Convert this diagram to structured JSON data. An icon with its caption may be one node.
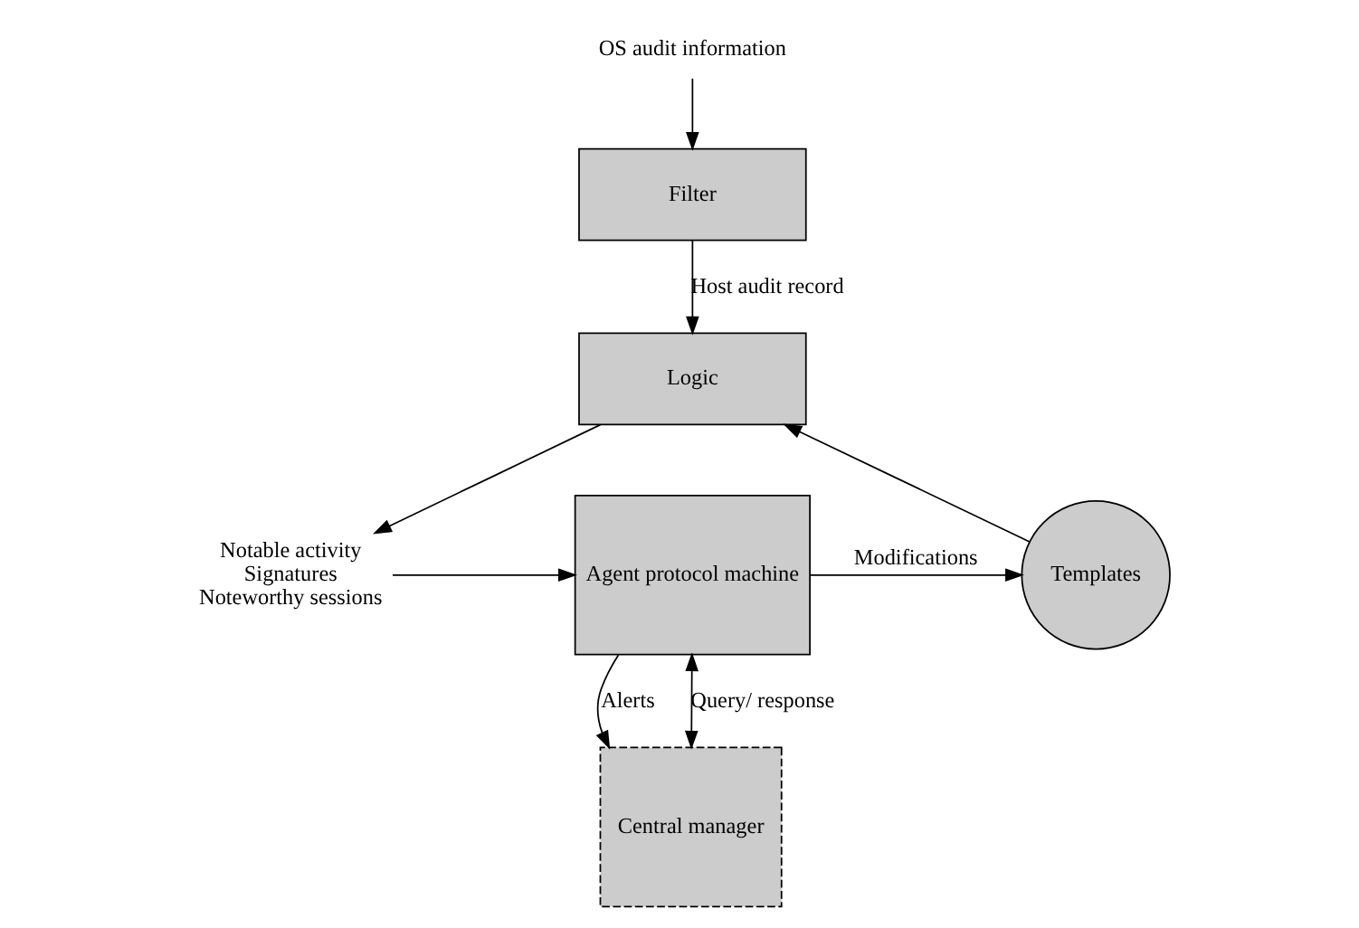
{
  "diagram": {
    "nodes": [
      {
        "text": [
          "OS audit information"
        ]
      },
      {
        "text": [
          "Filter"
        ]
      },
      {
        "text": [
          "Logic"
        ]
      },
      {
        "text": [
          "Templates"
        ]
      },
      {
        "text": [
          "Notable activity",
          "Signatures",
          "Noteworthy sessions"
        ]
      },
      {
        "text": [
          "Central manager"
        ]
      },
      {
        "text": [
          "Agent protocol machine"
        ]
      }
    ],
    "edges": [
      {
        "from": 0,
        "to": 1,
        "arrow": "to"
      },
      {
        "from": 1,
        "to": 2,
        "arrow": "to",
        "label": "Host audit record"
      },
      {
        "from": 3,
        "to": 2,
        "arrow": "to"
      },
      {
        "from": 2,
        "to": 4,
        "arrow": "to"
      },
      {
        "from": 4,
        "to": 6,
        "arrow": "to"
      },
      {
        "from": 6,
        "to": 5,
        "arrow": "to",
        "label": "Alerts"
      },
      {
        "from": 6,
        "to": 5,
        "arrow": "both",
        "label": "Query/ response"
      },
      {
        "from": 6,
        "to": 3,
        "arrow": "to",
        "label": "Modifications"
      }
    ]
  }
}
